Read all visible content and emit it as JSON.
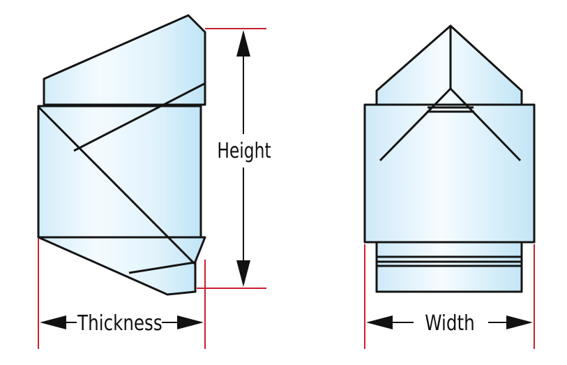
{
  "labels": {
    "height": "Height",
    "thickness": "Thickness",
    "width": "Width"
  },
  "colors": {
    "outline": "#141414",
    "dimension_line": "#c8202e",
    "glass_light": "#ffffff",
    "glass_dark": "#bfe4f6",
    "arrow": "#111111"
  }
}
